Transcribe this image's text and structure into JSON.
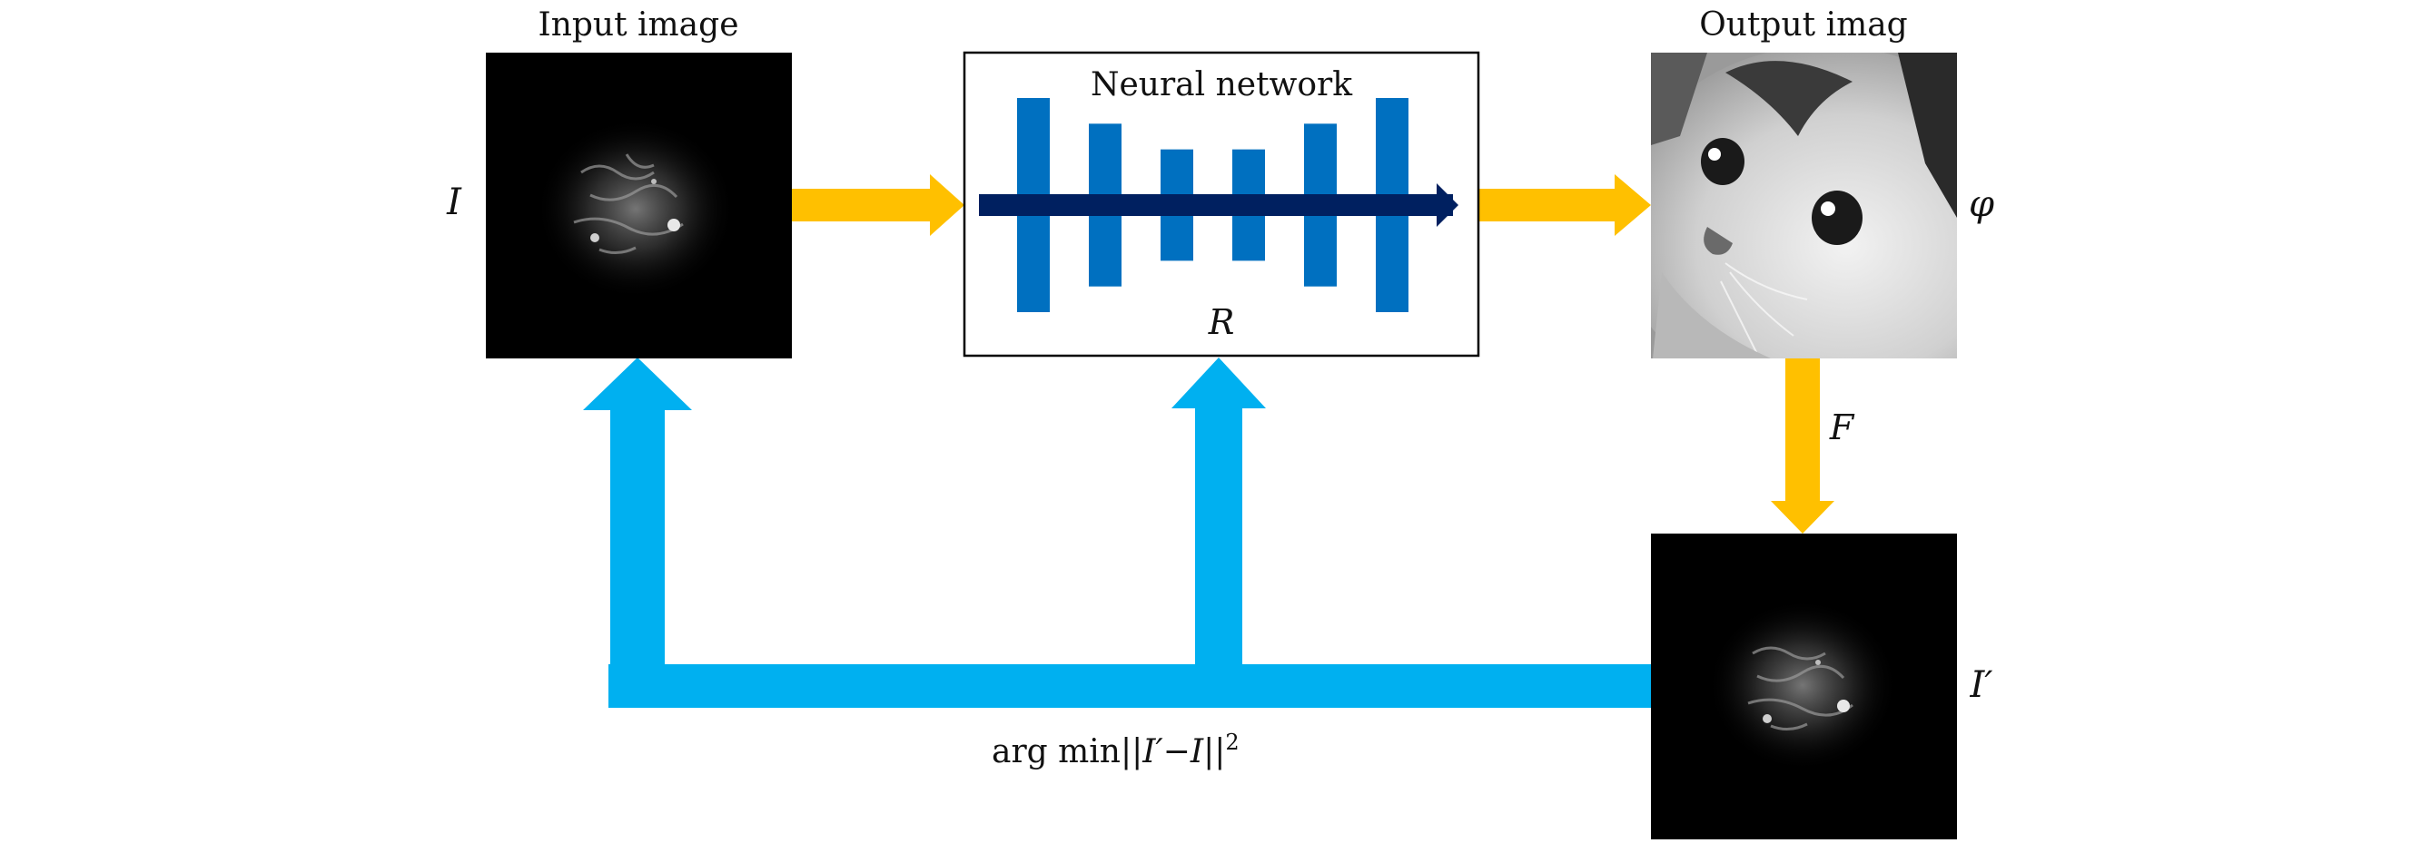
{
  "labels": {
    "input_title": "Input image",
    "output_title": "Output imag",
    "network_title": "Neural network",
    "network_symbol": "R",
    "input_symbol": "I",
    "output_symbol": "φ",
    "forward_symbol": "F",
    "recon_symbol": "I′",
    "loss_prefix": "arg min||",
    "loss_i_prime": "I′",
    "loss_minus": "−",
    "loss_i": "I",
    "loss_bars": "||",
    "loss_power": "2"
  },
  "colors": {
    "forward_arrow": "#FFC000",
    "feedback_arrow": "#00B0F0",
    "layer_bar": "#0070C0",
    "flow_arrow": "#002060",
    "frame": "#000000"
  },
  "network": {
    "layer_heights": [
      1.0,
      0.76,
      0.52,
      0.52,
      0.76,
      1.0
    ]
  }
}
